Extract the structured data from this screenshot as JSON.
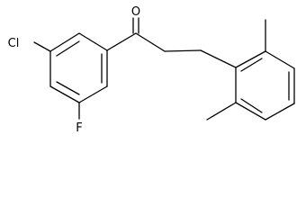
{
  "atoms": {
    "oxygen": "O",
    "chlorine": "Cl",
    "fluorine": "F"
  }
}
